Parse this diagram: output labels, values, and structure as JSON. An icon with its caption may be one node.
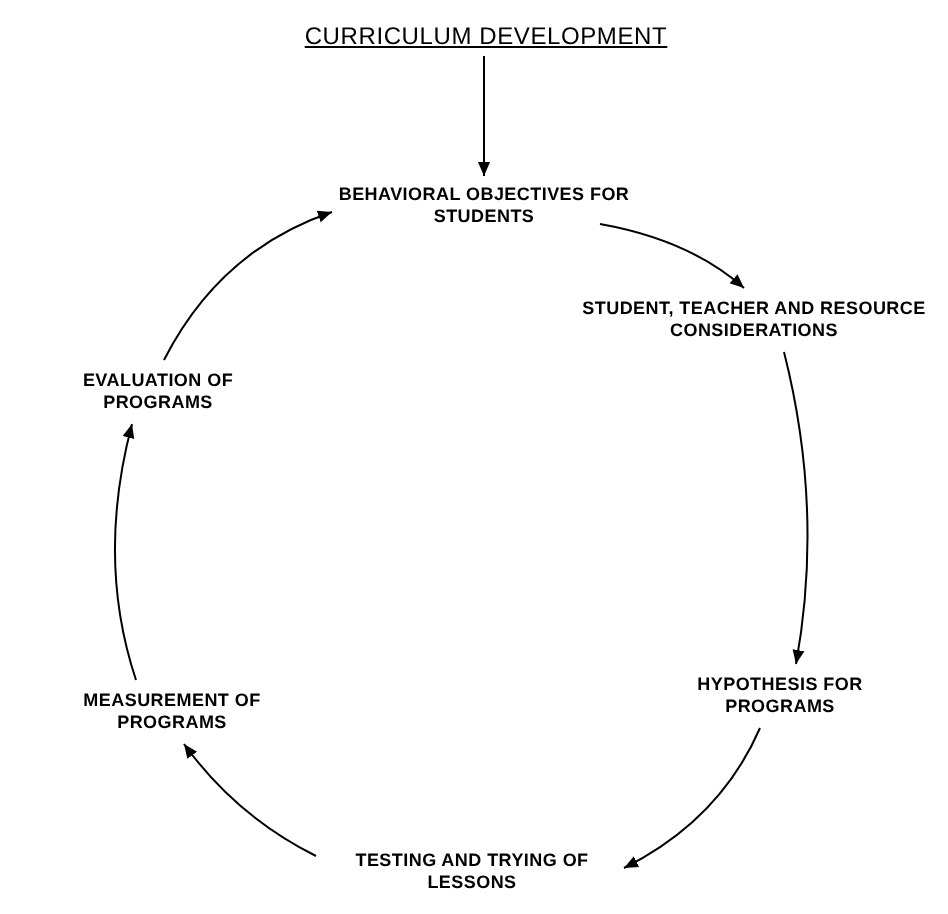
{
  "diagram": {
    "nodes": [
      {
        "text": [
          "CURRICULUM DEVELOPMENT"
        ]
      },
      {
        "text": [
          "BEHAVIORAL OBJECTIVES FOR STUDENTS"
        ]
      },
      {
        "text": [
          "STUDENT, TEACHER AND RESOURCE CONSIDERATIONS"
        ]
      },
      {
        "text": [
          "HYPOTHESIS FOR PROGRAMS"
        ]
      },
      {
        "text": [
          "TESTING AND TRYING OF LESSONS"
        ]
      },
      {
        "text": [
          "MEASUREMENT OF PROGRAMS"
        ]
      },
      {
        "text": [
          "EVALUATION OF PROGRAMS"
        ]
      }
    ],
    "edges": [
      {
        "from": 0,
        "to": 1,
        "arrow": "to"
      },
      {
        "from": 1,
        "to": 2,
        "arrow": "to"
      },
      {
        "from": 2,
        "to": 3,
        "arrow": "to"
      },
      {
        "from": 3,
        "to": 4,
        "arrow": "to"
      },
      {
        "from": 4,
        "to": 5,
        "arrow": "to"
      },
      {
        "from": 5,
        "to": 6,
        "arrow": "to"
      },
      {
        "from": 6,
        "to": 1,
        "arrow": "to"
      }
    ]
  }
}
